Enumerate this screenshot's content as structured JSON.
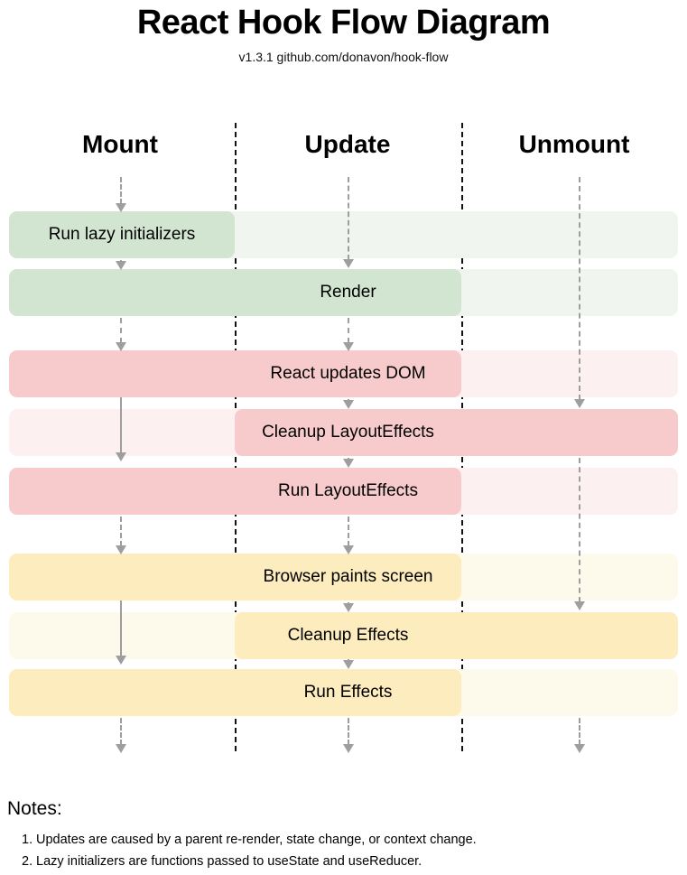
{
  "header": {
    "title": "React Hook Flow Diagram",
    "subtitle": "v1.3.1 github.com/donavon/hook-flow"
  },
  "columns": [
    {
      "key": "mount",
      "label": "Mount"
    },
    {
      "key": "update",
      "label": "Update"
    },
    {
      "key": "unmount",
      "label": "Unmount"
    }
  ],
  "colors": {
    "green_dark": "#d2e5d1",
    "green_light": "#f0f5ef",
    "red_dark": "#f7cbcb",
    "red_light": "#fcf0f0",
    "yellow_dark": "#fdecbd",
    "yellow_light": "#fefaeb",
    "arrow": "#9e9e9e",
    "divider": "#111111",
    "text": "#000000"
  },
  "rows": [
    {
      "label": "Run lazy initializers",
      "group": "green",
      "span": "mount",
      "label_zone": "mount"
    },
    {
      "label": "Render",
      "group": "green",
      "span": "mount-update",
      "label_zone": "update"
    },
    {
      "label": "React updates DOM",
      "group": "red",
      "span": "mount-update",
      "label_zone": "update"
    },
    {
      "label": "Cleanup LayoutEffects",
      "group": "red",
      "span": "update-unmount",
      "label_zone": "update"
    },
    {
      "label": "Run LayoutEffects",
      "group": "red",
      "span": "mount-update",
      "label_zone": "update"
    },
    {
      "label": "Browser paints screen",
      "group": "yellow",
      "span": "mount-update",
      "label_zone": "update"
    },
    {
      "label": "Cleanup Effects",
      "group": "yellow",
      "span": "update-unmount",
      "label_zone": "update"
    },
    {
      "label": "Run Effects",
      "group": "yellow",
      "span": "mount-update",
      "label_zone": "update"
    }
  ],
  "notes": {
    "title": "Notes:",
    "items": [
      {
        "num": "1.",
        "text": "Updates are caused by a parent re-render, state change, or context change."
      },
      {
        "num": "2.",
        "text": "Lazy initializers are functions passed to useState and useReducer."
      }
    ]
  }
}
